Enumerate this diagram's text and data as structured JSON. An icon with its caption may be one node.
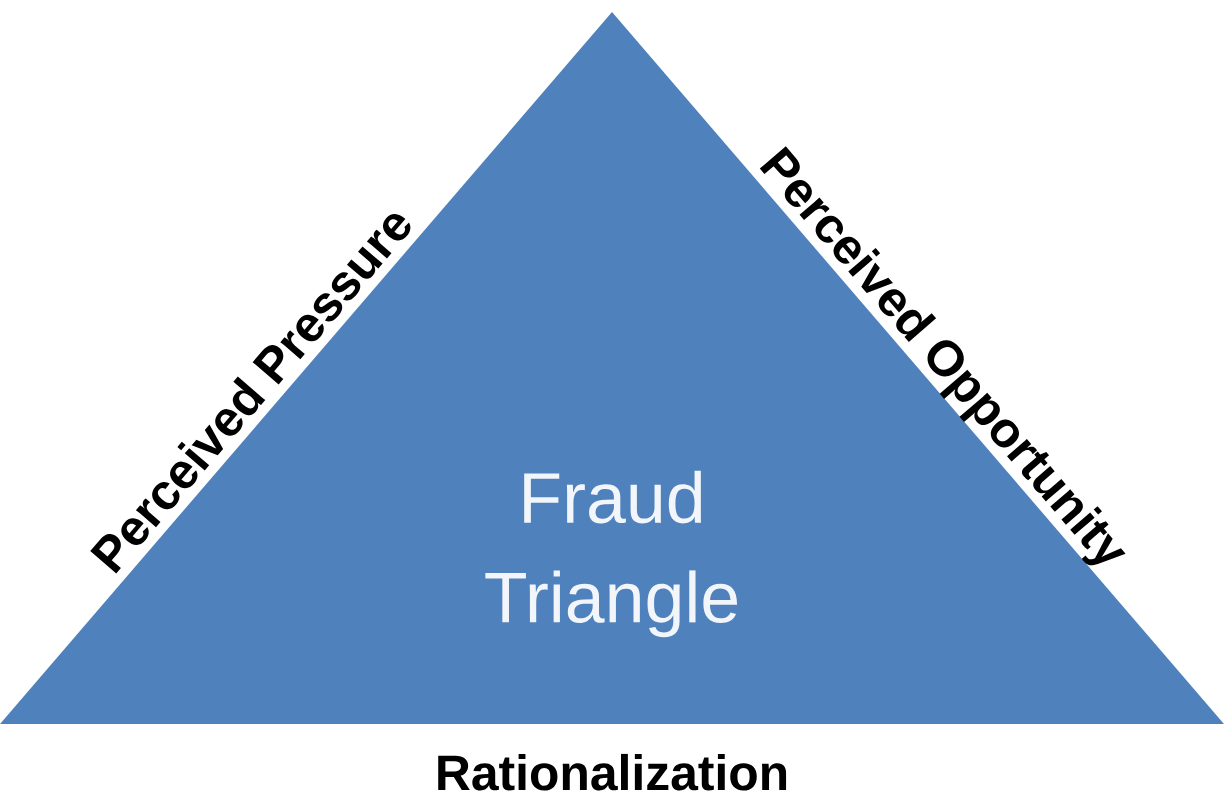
{
  "diagram": {
    "nodes": [
      {
        "text": [
          "Fraud Triangle"
        ]
      }
    ],
    "labels": [
      "Perceived Pressure",
      "Perceived Opportunity",
      "Rationalization"
    ]
  }
}
